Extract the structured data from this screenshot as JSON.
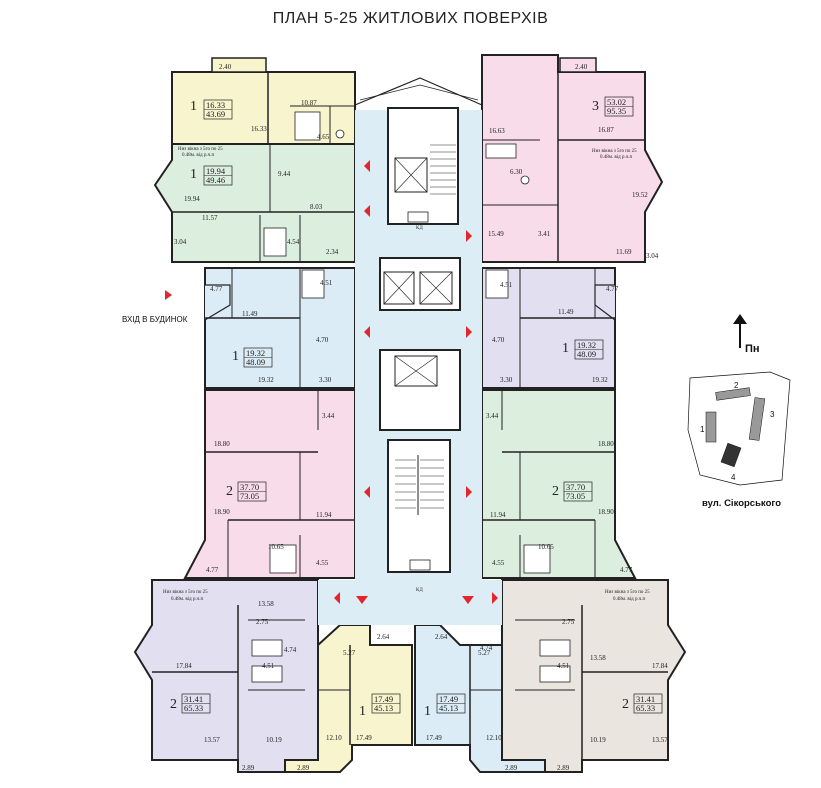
{
  "title": "ПЛАН 5-25 ЖИТЛОВИХ ПОВЕРХІВ",
  "entrance_label": "ВХІД В БУДИНОК",
  "north_label": "Пн",
  "street_label": "вул. Сікорського",
  "elevator_label": "КД",
  "keyplan_numbers": [
    "2",
    "3",
    "4",
    "1"
  ],
  "colors": {
    "yellow": "#f8f4cd",
    "green": "#dcefdf",
    "pink": "#f9dcea",
    "blue": "#dcecf6",
    "lilac": "#e2e0f0",
    "beige": "#ebe5df",
    "corridor": "#dcedf6",
    "wall": "#222222",
    "arrow": "#e2262c"
  },
  "window_note": [
    "Низ вікна з 5го по 25",
    "0.48м. від р.ч.п"
  ],
  "apartments": [
    {
      "id": "a1",
      "rooms": "1",
      "living": "16.33",
      "total": "43.69",
      "areas": [
        "2.40",
        "10.87",
        "16.33",
        "4.65"
      ]
    },
    {
      "id": "a2",
      "rooms": "1",
      "living": "19.94",
      "total": "49.46",
      "areas": [
        "9.44",
        "19.94",
        "8.03",
        "11.57",
        "3.04",
        "4.54",
        "2.34"
      ],
      "note": true
    },
    {
      "id": "a3",
      "rooms": "1",
      "living": "19.32",
      "total": "48.09",
      "areas": [
        "4.77",
        "4.51",
        "11.49",
        "4.70",
        "19.32",
        "3.30"
      ]
    },
    {
      "id": "a4",
      "rooms": "2",
      "living": "37.70",
      "total": "73.05",
      "areas": [
        "3.44",
        "18.80",
        "18.90",
        "11.94",
        "10.65",
        "4.55",
        "4.77"
      ]
    },
    {
      "id": "a5",
      "rooms": "2",
      "living": "31.41",
      "total": "65.33",
      "areas": [
        "13.58",
        "2.75",
        "4.74",
        "17.84",
        "4.51",
        "10.19",
        "13.57",
        "2.89"
      ],
      "note": true
    },
    {
      "id": "a6",
      "rooms": "1",
      "living": "17.49",
      "total": "45.13",
      "areas": [
        "5.27",
        "2.64",
        "17.49",
        "12.10",
        "2.89"
      ]
    },
    {
      "id": "a7",
      "rooms": "1",
      "living": "17.49",
      "total": "45.13",
      "areas": [
        "2.64",
        "5.27",
        "4.74",
        "17.49",
        "12.10",
        "2.89"
      ]
    },
    {
      "id": "a8",
      "rooms": "2",
      "living": "31.41",
      "total": "65.33",
      "areas": [
        "2.75",
        "4.51",
        "13.58",
        "17.84",
        "10.19",
        "13.57",
        "2.89"
      ],
      "note": true
    },
    {
      "id": "a9",
      "rooms": "2",
      "living": "37.70",
      "total": "73.05",
      "areas": [
        "3.44",
        "18.80",
        "11.94",
        "18.90",
        "10.65",
        "4.55",
        "4.77"
      ]
    },
    {
      "id": "a10",
      "rooms": "1",
      "living": "19.32",
      "total": "48.09",
      "areas": [
        "4.51",
        "4.77",
        "11.49",
        "4.70",
        "3.30",
        "19.32"
      ]
    },
    {
      "id": "a11",
      "rooms": "3",
      "living": "53.02",
      "total": "95.35",
      "areas": [
        "2.40",
        "16.63",
        "16.87",
        "6.30",
        "19.52",
        "15.49",
        "3.41",
        "11.69",
        "3.04"
      ],
      "note": true
    }
  ]
}
